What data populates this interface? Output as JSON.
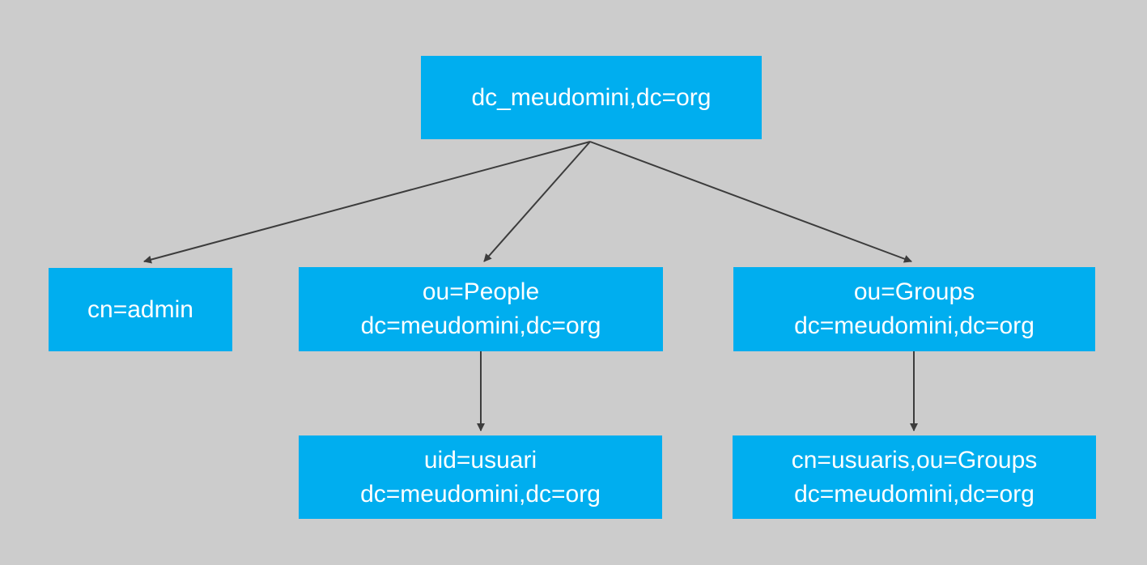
{
  "diagram": {
    "nodes": {
      "root": {
        "line1": "dc_meudomini,dc=org"
      },
      "admin": {
        "line1": "cn=admin"
      },
      "people": {
        "line1": "ou=People",
        "line2": "dc=meudomini,dc=org"
      },
      "groups": {
        "line1": "ou=Groups",
        "line2": "dc=meudomini,dc=org"
      },
      "usuari": {
        "line1": "uid=usuari",
        "line2": "dc=meudomini,dc=org"
      },
      "usuaris": {
        "line1": "cn=usuaris,ou=Groups",
        "line2": "dc=meudomini,dc=org"
      }
    },
    "edges": [
      {
        "from": "root",
        "to": "admin"
      },
      {
        "from": "root",
        "to": "people"
      },
      {
        "from": "root",
        "to": "groups"
      },
      {
        "from": "people",
        "to": "usuari"
      },
      {
        "from": "groups",
        "to": "usuaris"
      }
    ],
    "colors": {
      "background": "#cccccc",
      "node_fill": "#00aeef",
      "node_text": "#ffffff",
      "edge": "#3c3c3c"
    }
  }
}
